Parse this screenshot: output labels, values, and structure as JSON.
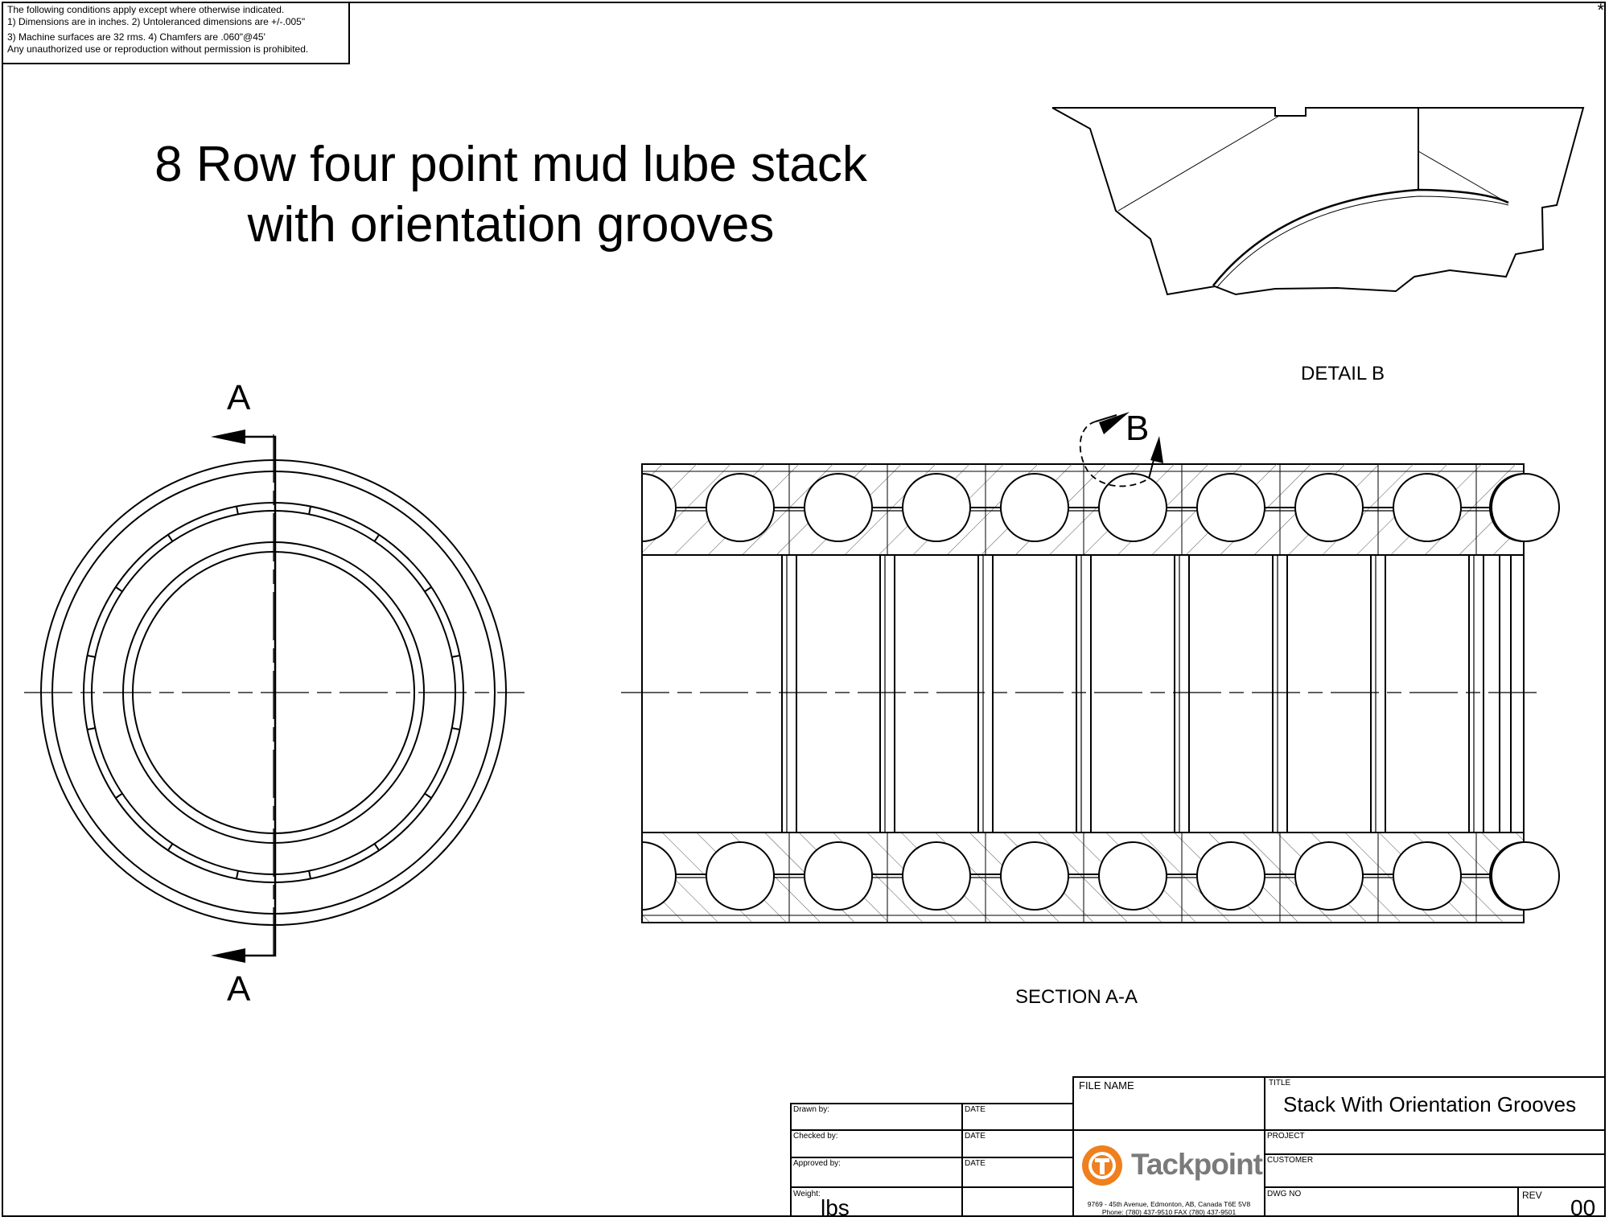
{
  "notes": {
    "line1": "The following conditions apply except where otherwise indicated.",
    "line2": "1) Dimensions are in inches.  2) Untoleranced dimensions are +/-.005\"",
    "line3": "3) Machine surfaces are 32 rms.  4) Chamfers are .060\"@45'",
    "line4": "Any unauthorized use or reproduction without permission is prohibited."
  },
  "revision_mark": "*",
  "drawing_title": {
    "line1": "8 Row four point mud lube stack",
    "line2": "with orientation grooves"
  },
  "views": {
    "detail_label": "DETAIL  B",
    "detail_callout": "B",
    "section_label": "SECTION A-A",
    "section_letter_top": "A",
    "section_letter_bottom": "A"
  },
  "title_block": {
    "drawn_by_label": "Drawn by:",
    "checked_by_label": "Checked by:",
    "approved_by_label": "Approved by:",
    "weight_label": "Weight:",
    "weight_unit": "lbs",
    "date_label": "DATE",
    "file_name_label": "FILE NAME",
    "title_label": "TITLE",
    "title_value": "Stack With Orientation Grooves",
    "project_label": "PROJECT",
    "customer_label": "CUSTOMER",
    "dwg_no_label": "DWG NO",
    "rev_label": "REV",
    "rev_value": "00",
    "company_name": "Tackpoint",
    "company_address": "9769 - 45th Avenue, Edmonton, AB, Canada T6E 5V8",
    "company_phone": "Phone: (780) 437-9510       FAX (780) 437-9501"
  },
  "colors": {
    "line": "#000000",
    "hatch": "#555555",
    "logo_orange": "#f07f1e",
    "logo_text": "#7a7a7a"
  }
}
